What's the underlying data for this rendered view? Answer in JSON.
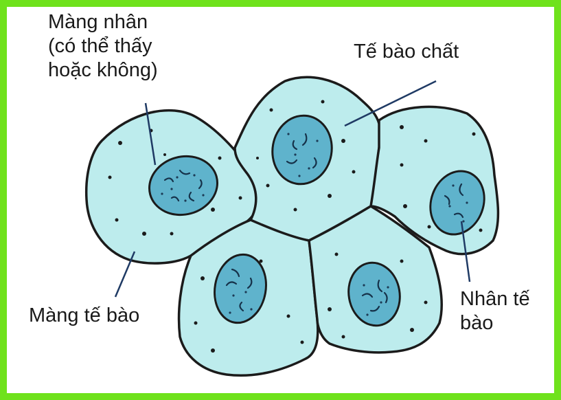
{
  "labels": {
    "nuclear_membrane": [
      "Màng nhân",
      "(có thể thấy",
      "hoặc không)"
    ],
    "cytoplasm": "Tế bào chất",
    "cell_membrane": "Màng tế bào",
    "nucleus": [
      "Nhân tế",
      "bào"
    ]
  },
  "colors": {
    "frame": "#6fe21c",
    "cell_fill": "#bdeced",
    "nucleus_fill": "#5fb3cc",
    "outline": "#1b1b1b",
    "leader_line": "#1f3a64"
  },
  "cell_count": 5
}
